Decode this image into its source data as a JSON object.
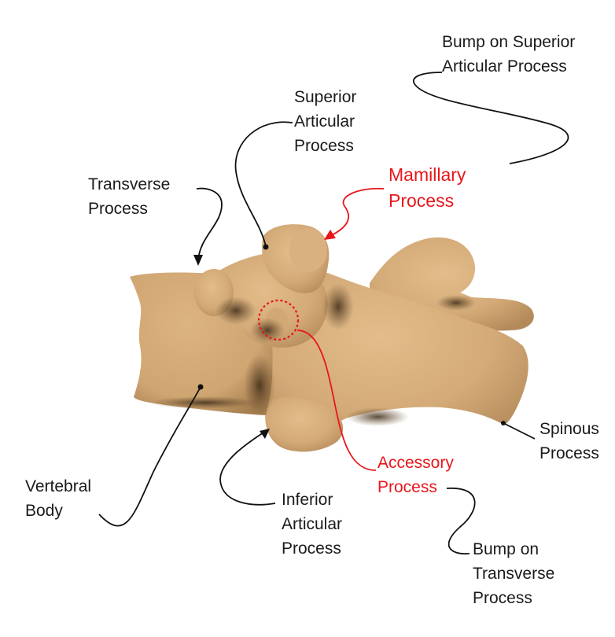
{
  "colors": {
    "bone": "#d4ab78",
    "bone_shadow": "#8a6a43",
    "bone_dark": "#3e2c18",
    "label_text": "#1a1a1a",
    "highlight_red": "#e8161b"
  },
  "labels": {
    "bump_superior": [
      "Bump on Superior",
      "Articular Process"
    ],
    "superior_articular": [
      "Superior",
      "Articular",
      "Process"
    ],
    "transverse_process": [
      "Transverse",
      "Process"
    ],
    "mamillary_process": [
      "Mamillary",
      "Process"
    ],
    "spinous_process": [
      "Spinous",
      "Process"
    ],
    "accessory_process": [
      "Accessory",
      "Process"
    ],
    "vertebral_body": [
      "Vertebral",
      "Body"
    ],
    "inferior_articular": [
      "Inferior",
      "Articular",
      "Process"
    ],
    "bump_transverse": [
      "Bump on",
      "Transverse",
      "Process"
    ]
  }
}
